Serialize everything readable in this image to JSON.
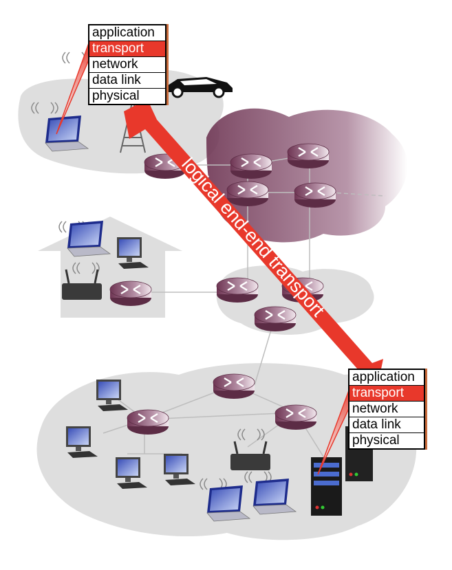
{
  "colors": {
    "highlight": "#e8382b",
    "cloud": "#dedede",
    "isp_cloud": "#7a3f5c",
    "router": "#8a4a64"
  },
  "protocol_stack": {
    "layers": [
      "application",
      "transport",
      "network",
      "data link",
      "physical"
    ],
    "highlighted_layer": "transport"
  },
  "arrow_label": "logical end-end transport",
  "icons": [
    "laptop-icon",
    "desktop-icon",
    "router-icon",
    "server-icon",
    "wireless-router-icon",
    "cell-tower-icon",
    "car-icon",
    "house-icon",
    "cloud-icon"
  ]
}
